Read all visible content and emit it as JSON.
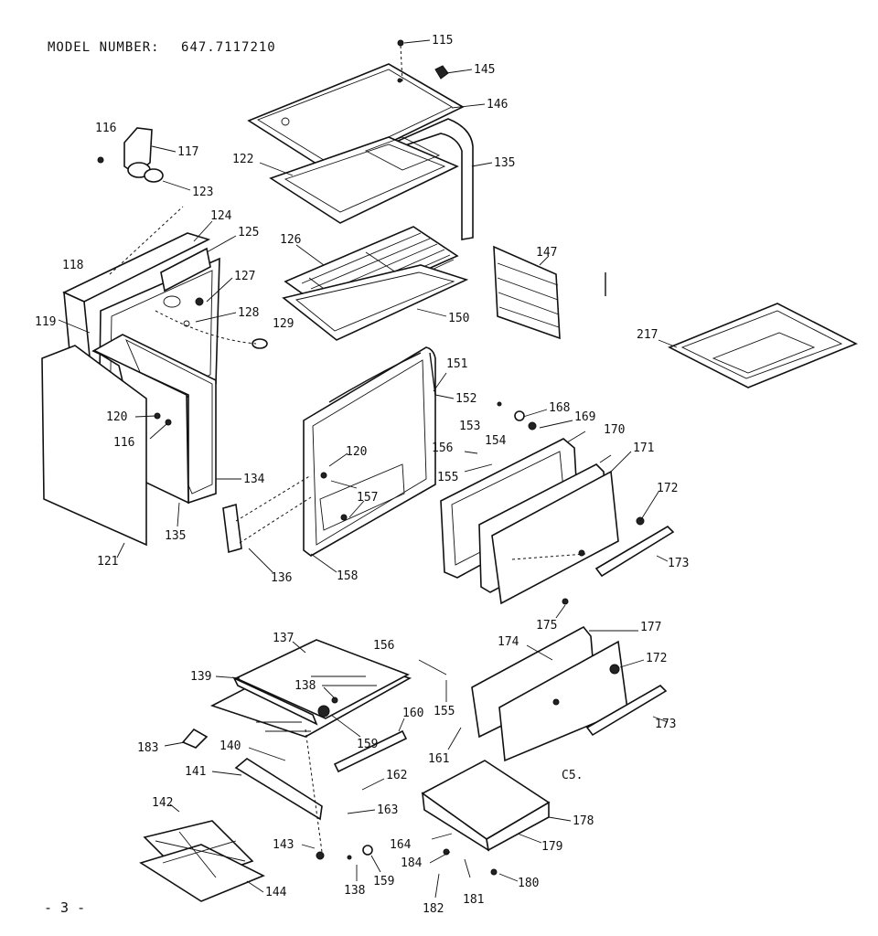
{
  "header": {
    "model_label": "MODEL NUMBER:",
    "model_number": "647.7117210"
  },
  "page_number": "- 3 -",
  "corner_code": "C5.",
  "callouts": [
    {
      "id": "c115",
      "text": "115"
    },
    {
      "id": "c145",
      "text": "145"
    },
    {
      "id": "c146",
      "text": "146"
    },
    {
      "id": "c135a",
      "text": "135"
    },
    {
      "id": "c122",
      "text": "122"
    },
    {
      "id": "c116a",
      "text": "116"
    },
    {
      "id": "c117",
      "text": "117"
    },
    {
      "id": "c123",
      "text": "123"
    },
    {
      "id": "c124",
      "text": "124"
    },
    {
      "id": "c125",
      "text": "125"
    },
    {
      "id": "c126",
      "text": "126"
    },
    {
      "id": "c127",
      "text": "127"
    },
    {
      "id": "c128",
      "text": "128"
    },
    {
      "id": "c129",
      "text": "129"
    },
    {
      "id": "c118",
      "text": "118"
    },
    {
      "id": "c119",
      "text": "119"
    },
    {
      "id": "c150",
      "text": "150"
    },
    {
      "id": "c147",
      "text": "147"
    },
    {
      "id": "c217",
      "text": "217"
    },
    {
      "id": "c151",
      "text": "151"
    },
    {
      "id": "c152",
      "text": "152"
    },
    {
      "id": "c153",
      "text": "153"
    },
    {
      "id": "c168",
      "text": "168"
    },
    {
      "id": "c154",
      "text": "154"
    },
    {
      "id": "c169",
      "text": "169"
    },
    {
      "id": "c170",
      "text": "170"
    },
    {
      "id": "c171",
      "text": "171"
    },
    {
      "id": "c120a",
      "text": "120"
    },
    {
      "id": "c116b",
      "text": "116"
    },
    {
      "id": "c120b",
      "text": "120"
    },
    {
      "id": "c156a",
      "text": "156"
    },
    {
      "id": "c155a",
      "text": "155"
    },
    {
      "id": "c172a",
      "text": "172"
    },
    {
      "id": "c157",
      "text": "157"
    },
    {
      "id": "c134",
      "text": "134"
    },
    {
      "id": "c135b",
      "text": "135"
    },
    {
      "id": "c121",
      "text": "121"
    },
    {
      "id": "c136",
      "text": "136"
    },
    {
      "id": "c158",
      "text": "158"
    },
    {
      "id": "c173a",
      "text": "173"
    },
    {
      "id": "c175",
      "text": "175"
    },
    {
      "id": "c177",
      "text": "177"
    },
    {
      "id": "c137",
      "text": "137"
    },
    {
      "id": "c156b",
      "text": "156"
    },
    {
      "id": "c174",
      "text": "174"
    },
    {
      "id": "c172b",
      "text": "172"
    },
    {
      "id": "c139",
      "text": "139"
    },
    {
      "id": "c138a",
      "text": "138"
    },
    {
      "id": "c155b",
      "text": "155"
    },
    {
      "id": "c160",
      "text": "160"
    },
    {
      "id": "c173b",
      "text": "173"
    },
    {
      "id": "c183",
      "text": "183"
    },
    {
      "id": "c140",
      "text": "140"
    },
    {
      "id": "c159a",
      "text": "159"
    },
    {
      "id": "c161",
      "text": "161"
    },
    {
      "id": "c141",
      "text": "141"
    },
    {
      "id": "c162",
      "text": "162"
    },
    {
      "id": "c163",
      "text": "163"
    },
    {
      "id": "c142",
      "text": "142"
    },
    {
      "id": "c178",
      "text": "178"
    },
    {
      "id": "c164",
      "text": "164"
    },
    {
      "id": "c179",
      "text": "179"
    },
    {
      "id": "c143",
      "text": "143"
    },
    {
      "id": "c184",
      "text": "184"
    },
    {
      "id": "c180",
      "text": "180"
    },
    {
      "id": "c138b",
      "text": "138"
    },
    {
      "id": "c159b",
      "text": "159"
    },
    {
      "id": "c144",
      "text": "144"
    },
    {
      "id": "c182",
      "text": "182"
    },
    {
      "id": "c181",
      "text": "181"
    }
  ]
}
